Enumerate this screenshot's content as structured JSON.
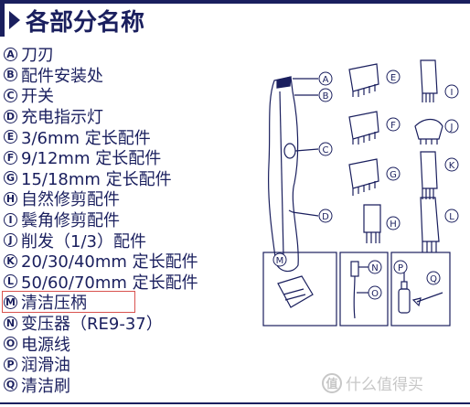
{
  "title": "各部分名称",
  "parts": [
    {
      "letter": "A",
      "text": "刀刃"
    },
    {
      "letter": "B",
      "text": "配件安装处"
    },
    {
      "letter": "C",
      "text": "开关"
    },
    {
      "letter": "D",
      "text": "充电指示灯"
    },
    {
      "letter": "E",
      "text": "3/6mm 定长配件"
    },
    {
      "letter": "F",
      "text": "9/12mm 定长配件"
    },
    {
      "letter": "G",
      "text": "15/18mm 定长配件"
    },
    {
      "letter": "H",
      "text": "自然修剪配件"
    },
    {
      "letter": "I",
      "text": "鬓角修剪配件"
    },
    {
      "letter": "J",
      "text": "削发（1/3）配件"
    },
    {
      "letter": "K",
      "text": "20/30/40mm 定长配件"
    },
    {
      "letter": "L",
      "text": "50/60/70mm 定长配件"
    },
    {
      "letter": "M",
      "text": "清洁压柄"
    },
    {
      "letter": "N",
      "text": "变压器（RE9-37）"
    },
    {
      "letter": "O",
      "text": "电源线"
    },
    {
      "letter": "P",
      "text": "润滑油"
    },
    {
      "letter": "Q",
      "text": "清洁刷"
    }
  ],
  "figure_labels": {
    "A": "A",
    "B": "B",
    "C": "C",
    "D": "D",
    "E": "E",
    "F": "F",
    "G": "G",
    "H": "H",
    "I": "I",
    "J": "J",
    "K": "K",
    "L": "L",
    "M": "M",
    "N": "N",
    "O": "O",
    "P": "P",
    "Q": "Q"
  },
  "watermark": {
    "icon": "值",
    "text": "什么值得买"
  },
  "colors": {
    "ink": "#1a1f5e",
    "highlight": "#d9534f",
    "watermark": "#c7c7c7"
  }
}
